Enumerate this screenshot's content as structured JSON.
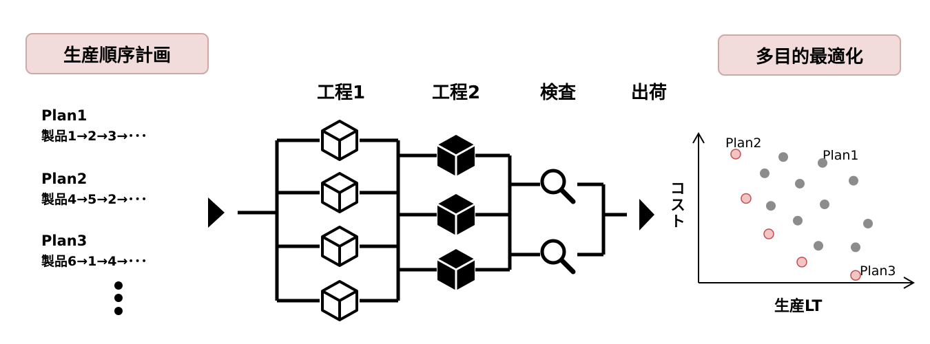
{
  "left_title": "生産順序計画",
  "right_title": "多目的最適化",
  "plans": [
    {
      "name": "Plan1",
      "sequence": "製品1→2→3→･･･"
    },
    {
      "name": "Plan2",
      "sequence": "製品4→5→2→･･･"
    },
    {
      "name": "Plan3",
      "sequence": "製品6→1→4→･･･"
    }
  ],
  "stages": [
    {
      "label": "工程1"
    },
    {
      "label": "工程2"
    },
    {
      "label": "検査"
    },
    {
      "label": "出荷"
    }
  ],
  "chart": {
    "ylabel": "コスト",
    "xlabel": "生産LT",
    "labels": {
      "plan1": "Plan1",
      "plan2": "Plan2",
      "plan3": "Plan3"
    }
  },
  "chart_data": {
    "type": "scatter",
    "title": "",
    "xlabel": "生産LT",
    "ylabel": "コスト",
    "series": [
      {
        "color": "#f2c4c4",
        "points": [
          {
            "x": 0.18,
            "y": 0.87
          },
          {
            "x": 0.23,
            "y": 0.57
          },
          {
            "x": 0.34,
            "y": 0.33
          },
          {
            "x": 0.5,
            "y": 0.14
          },
          {
            "x": 0.76,
            "y": 0.05
          }
        ]
      },
      {
        "color": "#8c8c8c",
        "points": [
          {
            "x": 0.32,
            "y": 0.74
          },
          {
            "x": 0.41,
            "y": 0.85
          },
          {
            "x": 0.49,
            "y": 0.67
          },
          {
            "x": 0.6,
            "y": 0.81
          },
          {
            "x": 0.75,
            "y": 0.69
          },
          {
            "x": 0.35,
            "y": 0.52
          },
          {
            "x": 0.61,
            "y": 0.53
          },
          {
            "x": 0.48,
            "y": 0.42
          },
          {
            "x": 0.58,
            "y": 0.25
          },
          {
            "x": 0.76,
            "y": 0.24
          },
          {
            "x": 0.82,
            "y": 0.4
          }
        ]
      }
    ],
    "annotations": [
      "Plan1",
      "Plan2",
      "Plan3"
    ]
  },
  "colors": {
    "title_fill": "#f2dcdb",
    "title_border": "#d0a8a6",
    "pink_point": "#f2c4c4",
    "pink_point_border": "#c0504d",
    "gray_point": "#8c8c8c"
  }
}
